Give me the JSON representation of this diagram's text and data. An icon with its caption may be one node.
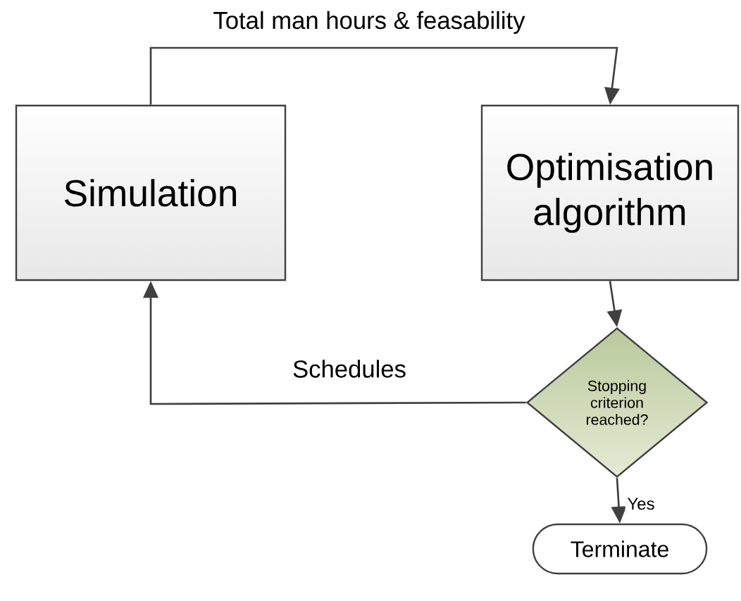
{
  "diagram": {
    "nodes": [
      {
        "text": [
          "Simulation"
        ]
      },
      {
        "text": [
          "Optimisation algorithm"
        ]
      },
      {
        "text": [
          "Stopping criterion reached?"
        ]
      },
      {
        "text": [
          "Terminate"
        ]
      }
    ],
    "edges": [
      {
        "from": 0,
        "to": 1,
        "arrow": "to",
        "label": "Total man hours & feasability"
      },
      {
        "from": 1,
        "to": 2,
        "arrow": "to"
      },
      {
        "from": 2,
        "to": 0,
        "arrow": "to",
        "label": "Schedules"
      },
      {
        "from": 2,
        "to": 3,
        "arrow": "to",
        "label": "Yes"
      }
    ]
  }
}
